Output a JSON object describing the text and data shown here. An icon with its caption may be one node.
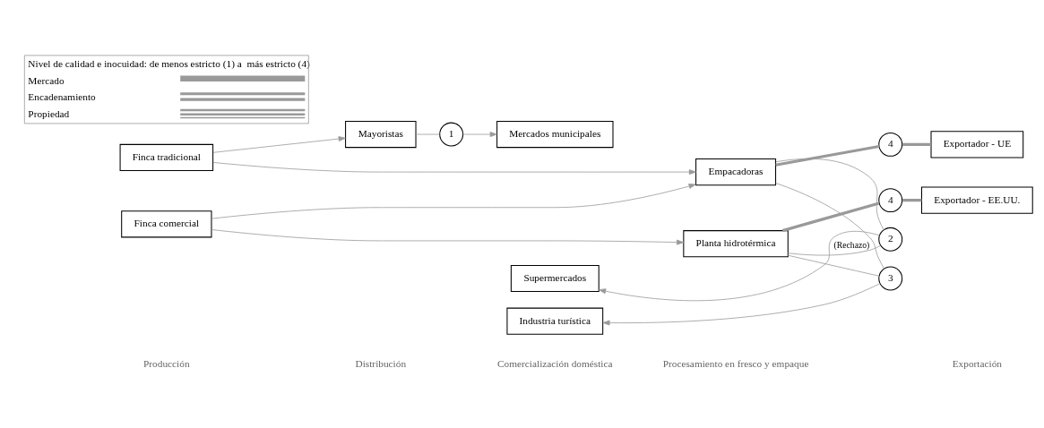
{
  "diagram": {
    "nodes": [
      {
        "text": [
          "Finca tradicional"
        ]
      },
      {
        "text": [
          "Mayoristas"
        ]
      },
      {
        "text": [
          "1"
        ]
      },
      {
        "text": [
          "Mercados municipales"
        ]
      },
      {
        "text": [
          "Finca comercial"
        ]
      },
      {
        "text": [
          "Empacadoras"
        ]
      },
      {
        "text": [
          "4"
        ]
      },
      {
        "text": [
          "Exportador - UE"
        ]
      },
      {
        "text": [
          "Planta hidrotérmica"
        ]
      },
      {
        "text": [
          "4"
        ]
      },
      {
        "text": [
          "Exportador - EE.UU."
        ]
      },
      {
        "text": [
          "Supermercados"
        ]
      },
      {
        "text": [
          "2"
        ]
      },
      {
        "text": [
          "Industria turística"
        ]
      },
      {
        "text": [
          "3"
        ]
      }
    ],
    "edges": [
      {
        "from": 0,
        "to": 1,
        "arrow": "to"
      },
      {
        "from": 1,
        "to": 2,
        "arrow": "none"
      },
      {
        "from": 2,
        "to": 3,
        "arrow": "to"
      },
      {
        "from": 0,
        "to": 5,
        "arrow": "to"
      },
      {
        "from": 4,
        "to": 5,
        "arrow": "to"
      },
      {
        "from": 4,
        "to": 8,
        "arrow": "to"
      },
      {
        "from": 5,
        "to": 6,
        "arrow": "none",
        "style": "thick"
      },
      {
        "from": 6,
        "to": 7,
        "arrow": "none",
        "style": "thick"
      },
      {
        "from": 8,
        "to": 9,
        "arrow": "none",
        "style": "thick"
      },
      {
        "from": 9,
        "to": 10,
        "arrow": "none",
        "style": "thick"
      },
      {
        "from": 5,
        "to": 12,
        "arrow": "none"
      },
      {
        "from": 8,
        "to": 12,
        "arrow": "none",
        "label": "(Rechazo)"
      },
      {
        "from": 5,
        "to": 14,
        "arrow": "none"
      },
      {
        "from": 8,
        "to": 14,
        "arrow": "none"
      },
      {
        "from": 12,
        "to": 11,
        "arrow": "to"
      },
      {
        "from": 14,
        "to": 13,
        "arrow": "to"
      }
    ],
    "labels": [
      "Producción",
      "Distribución",
      "Comercialización doméstica",
      "Procesamiento en fresco y empaque",
      "Exportación",
      "Nivel de calidad e inocuidad: de menos estricto (1) a  más estricto (4)"
    ],
    "legend": [
      {
        "text": "Mercado"
      },
      {
        "text": "Encadenamiento"
      },
      {
        "text": "Propiedad"
      }
    ]
  }
}
